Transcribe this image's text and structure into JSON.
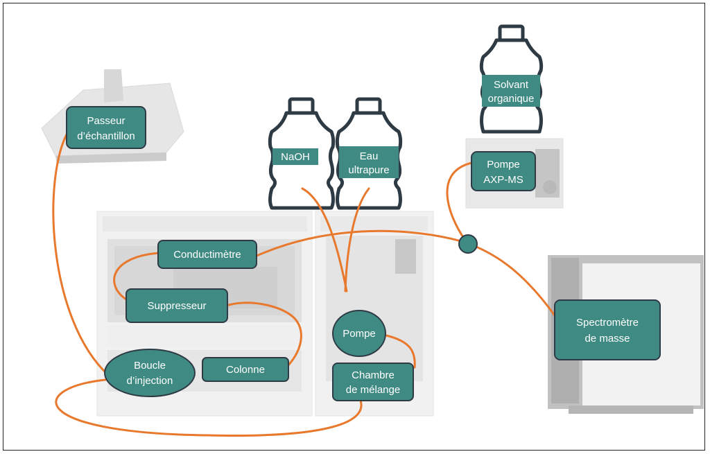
{
  "labels": {
    "passeur": [
      "Passeur",
      "d’échantillon"
    ],
    "naoh": "NaOH",
    "eau": [
      "Eau",
      "ultrapure"
    ],
    "solvant": [
      "Solvant",
      "organique"
    ],
    "pompe_axp": [
      "Pompe",
      "AXP-MS"
    ],
    "conductimetre": "Conductimètre",
    "suppresseur": "Suppresseur",
    "pompe": "Pompe",
    "boucle": [
      "Boucle",
      "d’injection"
    ],
    "colonne": "Colonne",
    "chambre": [
      "Chambre",
      "de mélange"
    ],
    "spectrometre": [
      "Spectromètre",
      "de masse"
    ]
  },
  "colors": {
    "label_fill": "#3f8a83",
    "label_stroke": "#2e3a44",
    "tubing": "#e8782c",
    "bottle_outline": "#2e3a44",
    "instrument": "#d9d9d9"
  }
}
